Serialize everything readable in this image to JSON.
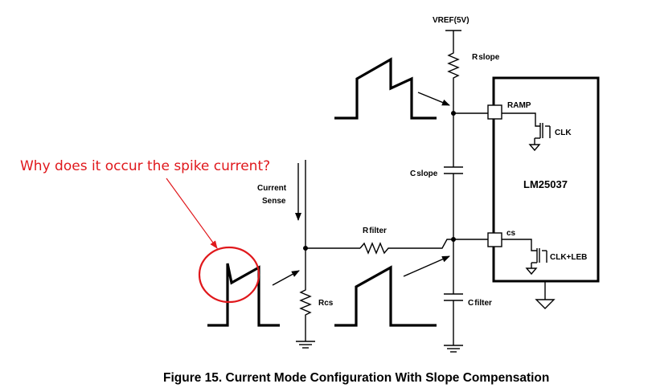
{
  "vref_label": "VREF(5V)",
  "r_slope": {
    "main": "R",
    "sub": "slope"
  },
  "c_slope": {
    "main": "C",
    "sub": "slope"
  },
  "r_filter": {
    "main": "R",
    "sub": "filter"
  },
  "c_filter": {
    "main": "C",
    "sub": "filter"
  },
  "rcs_label": "Rcs",
  "current_sense": {
    "line1": "Current",
    "line2": "Sense"
  },
  "chip": {
    "name": "LM25037",
    "pin_ramp": "RAMP",
    "pin_cs": "cs",
    "clk": "CLK",
    "clk_leb": "CLK+LEB"
  },
  "annotation": {
    "text": "Why does it occur the spike current?",
    "color": "#e0181c"
  },
  "caption": "Figure 15.  Current Mode Configuration With Slope Compensation"
}
